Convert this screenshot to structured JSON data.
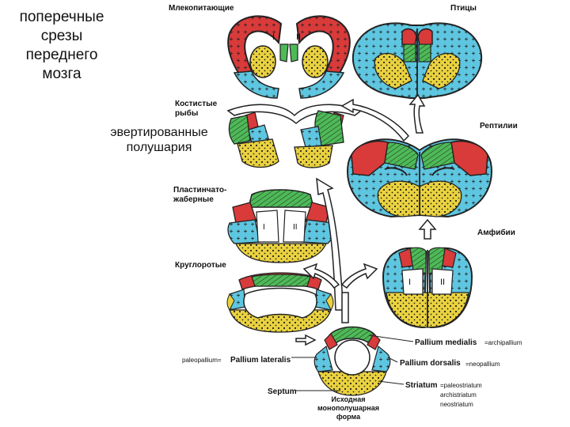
{
  "title_lines": [
    "поперечные",
    "срезы",
    "переднего",
    "мозга"
  ],
  "overlay_caption": [
    "эвертированные",
    "полушария"
  ],
  "groups": {
    "mammals": "Млекопитающие",
    "birds": "Птицы",
    "bony_fish_1": "Костистые",
    "bony_fish_2": "рыбы",
    "reptiles": "Рептилии",
    "lamellibranch_1": "Пластинчато-",
    "lamellibranch_2": "жаберные",
    "amphibians": "Амфибии",
    "cyclostomes": "Круглоротые"
  },
  "regions": {
    "pallium_medialis": "Pallium medialis",
    "archipallium": "=archipallium",
    "pallium_lateralis": "Pallium lateralis",
    "paleopallium": "paleopallium=",
    "pallium_dorsalis": "Pallium dorsalis",
    "neopallium": "=neopallium",
    "striatum": "Striatum",
    "paleostriatum": "=paleostriatum",
    "archistriatum": "archistriatum",
    "neostriatum": "neostriatum",
    "septum": "Septum"
  },
  "origin_lines": [
    "Исходная",
    "монополушарная",
    "форма"
  ],
  "roman_numerals": {
    "one": "I",
    "two": "II"
  },
  "colors": {
    "red": "#d93a3a",
    "green": "#4dba57",
    "blue": "#5ec6e0",
    "yellow": "#ead23f",
    "outline": "#222222",
    "arrow_fill": "#ffffff"
  }
}
